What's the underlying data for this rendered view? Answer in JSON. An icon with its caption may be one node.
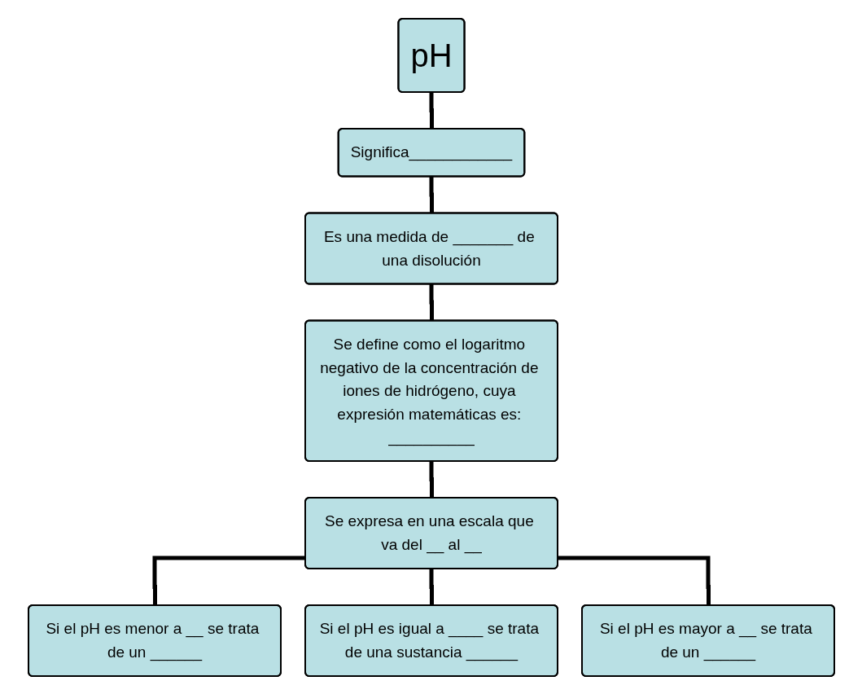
{
  "diagram": {
    "nodes": [
      {
        "text": [
          "pH"
        ]
      },
      {
        "text": [
          "Significa____________"
        ]
      },
      {
        "text": [
          "Es una medida de _______ de una disolución"
        ]
      },
      {
        "text": [
          "Se define como el logaritmo negativo de la concentración de iones de hidrógeno, cuya expresión matemáticas es: __________"
        ]
      },
      {
        "text": [
          "Se expresa en una escala que va del __ al __"
        ]
      },
      {
        "text": [
          "Si el pH es menor a __ se trata de un ______"
        ]
      },
      {
        "text": [
          "Si el pH es igual a ____ se trata de una sustancia ______"
        ]
      },
      {
        "text": [
          "Si el pH es mayor a __ se trata de un ______"
        ]
      }
    ],
    "edges": [
      {
        "from": 0,
        "to": 1,
        "arrow": "none"
      },
      {
        "from": 1,
        "to": 2,
        "arrow": "none"
      },
      {
        "from": 2,
        "to": 3,
        "arrow": "none"
      },
      {
        "from": 3,
        "to": 4,
        "arrow": "none"
      },
      {
        "from": 4,
        "to": 5,
        "arrow": "none"
      },
      {
        "from": 4,
        "to": 6,
        "arrow": "none"
      },
      {
        "from": 4,
        "to": 7,
        "arrow": "none"
      }
    ]
  }
}
